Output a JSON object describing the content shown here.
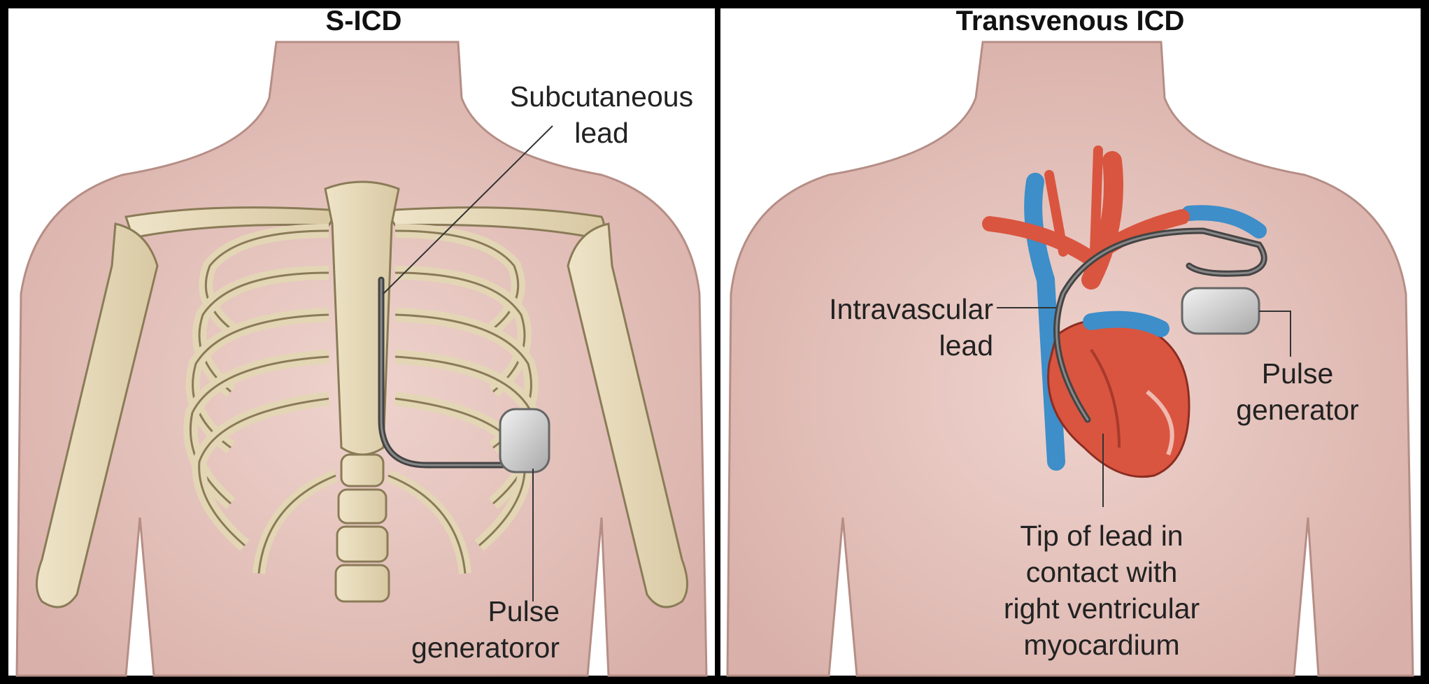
{
  "panels": [
    {
      "title": "S-ICD",
      "labels": {
        "lead": [
          "Subcutaneous",
          "lead"
        ],
        "generator": [
          "Pulse",
          "generatoror"
        ]
      }
    },
    {
      "title": "Transvenous ICD",
      "labels": {
        "lead": [
          "Intravascular",
          "lead"
        ],
        "generator": [
          "Pulse",
          "generator"
        ],
        "tip": [
          "Tip of lead in",
          "contact with",
          "right ventricular",
          "myocardium"
        ]
      }
    }
  ],
  "colors": {
    "frame": "#000000",
    "panel_bg": "#ffffff",
    "skin": "#e3c2bc",
    "bone": "#e3d6b5",
    "vein": "#3d8ec9",
    "artery": "#d9553f",
    "lead": "#555555",
    "generator": "#cfcfcf"
  }
}
